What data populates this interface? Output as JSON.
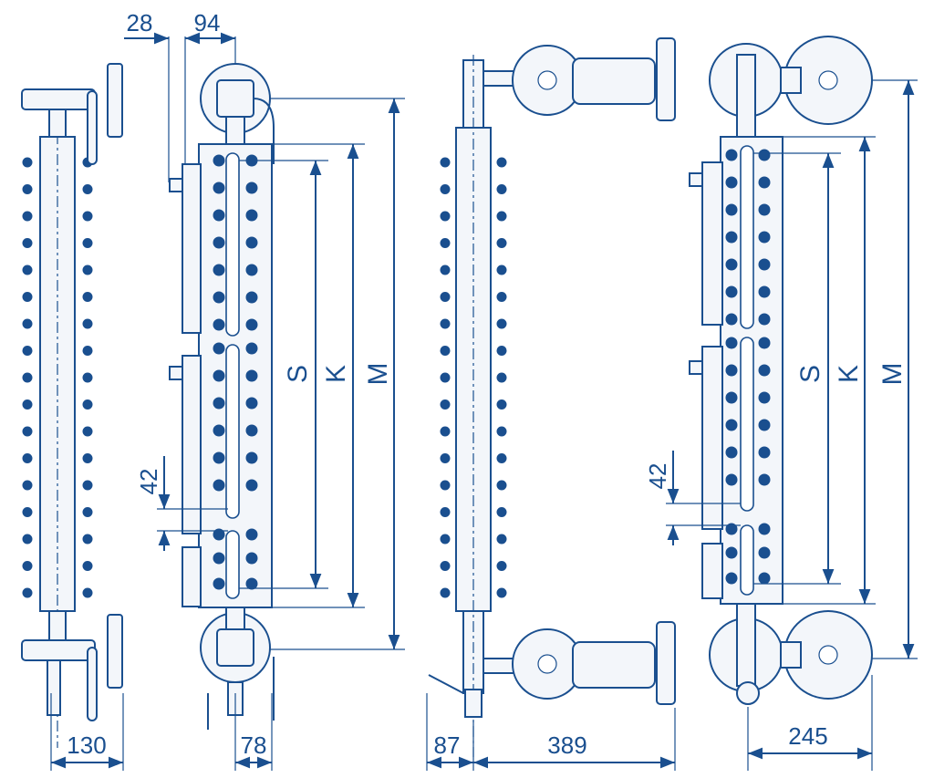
{
  "colors": {
    "ink": "#1a4f8f",
    "background": "#ffffff"
  },
  "dimensions": {
    "d28": "28",
    "d94": "94",
    "d42_left": "42",
    "d42_right": "42",
    "d130": "130",
    "d78": "78",
    "d87": "87",
    "d389": "389",
    "d245": "245"
  },
  "labels": {
    "S_left": "S",
    "K_left": "K",
    "M_left": "M",
    "S_right": "S",
    "K_right": "K",
    "M_right": "M"
  }
}
